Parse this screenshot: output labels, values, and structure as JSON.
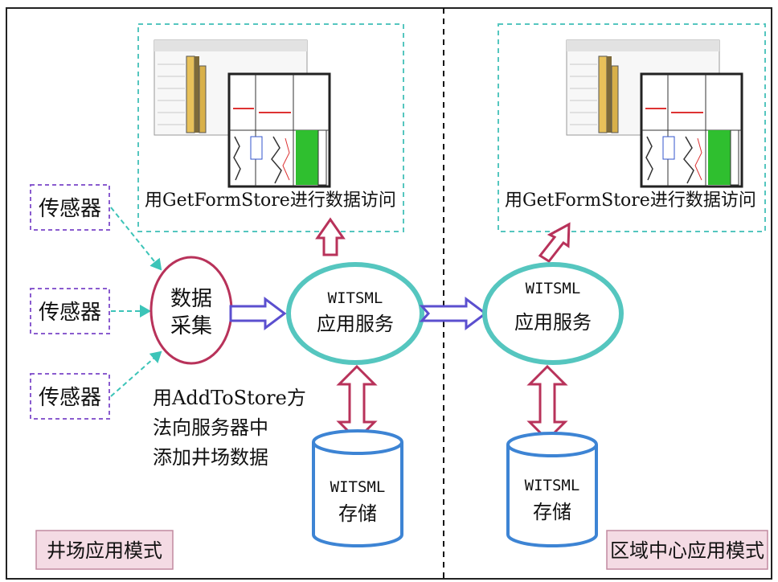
{
  "left_panel": {
    "mode_label": "井场应用模式",
    "sensors": [
      "传感器",
      "传感器",
      "传感器"
    ],
    "data_collection_lines": [
      "数据",
      "采集"
    ],
    "add_note_lines": [
      "用AddToStore方",
      "法向服务器中",
      "添加井场数据"
    ],
    "service_lines": [
      "WITSML",
      "应用服务"
    ],
    "storage_lines": [
      "WITSML",
      "存储"
    ],
    "access_caption": "用GetFormStore进行数据访问"
  },
  "right_panel": {
    "mode_label": "区域中心应用模式",
    "service_lines": [
      "WITSML",
      "应用服务"
    ],
    "storage_lines": [
      "WITSML",
      "存储"
    ],
    "access_caption": "用GetFormStore进行数据访问"
  },
  "colors": {
    "sensor_box": "#8a5ccf",
    "link_dashed": "#3cc4b8",
    "collection_oval": "#b8325a",
    "service_oval": "#55c6bf",
    "storage_cylinder": "#3d84d4",
    "access_arrow": "#b8325a",
    "flow_arrow": "#5b4fcf",
    "mode_label_fill": "#f4dbe4"
  }
}
